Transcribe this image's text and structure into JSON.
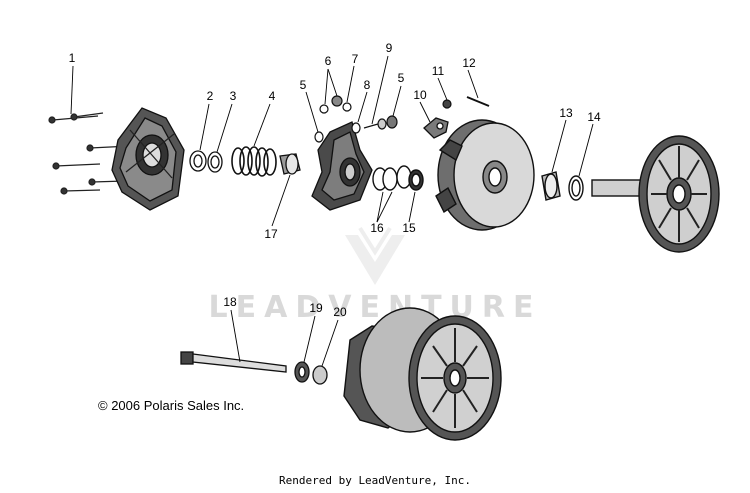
{
  "diagram": {
    "callouts": [
      "1",
      "2",
      "3",
      "4",
      "5",
      "6",
      "7",
      "8",
      "9",
      "5",
      "10",
      "11",
      "12",
      "13",
      "14",
      "17",
      "16",
      "15",
      "18",
      "19",
      "20"
    ]
  },
  "watermark": "LEADVENTURE",
  "copyright": "© 2006 Polaris Sales Inc.",
  "footer": "Rendered by LeadVenture, Inc."
}
